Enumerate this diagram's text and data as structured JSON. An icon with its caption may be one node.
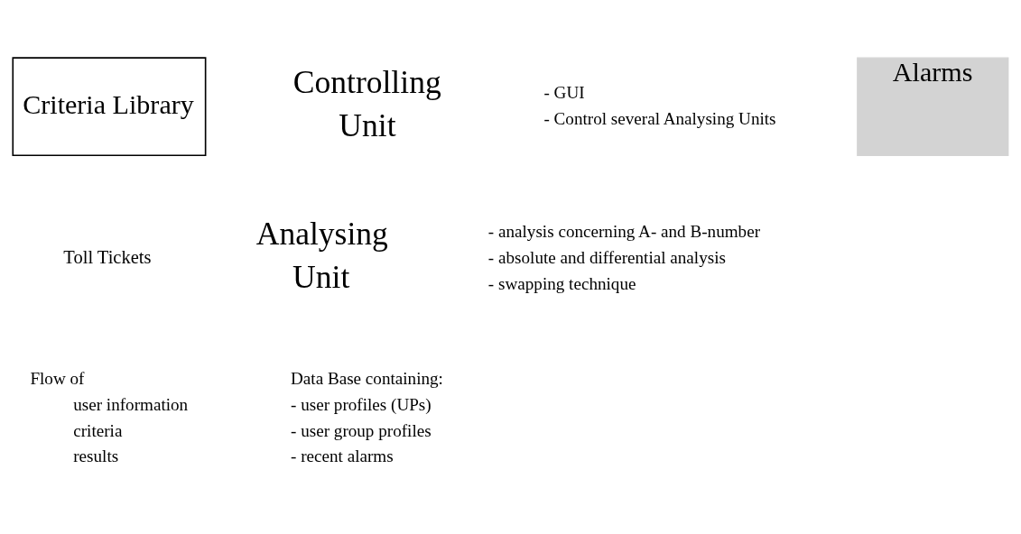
{
  "diagram": {
    "nodes": [
      {
        "text": [
          "Criteria Library"
        ]
      },
      {
        "text": [
          "Alarms"
        ]
      }
    ],
    "edges": [],
    "labels": [
      "Controlling Unit",
      "- GUI",
      "- Control several Analysing Units",
      "Toll Tickets",
      "Analysing Unit",
      "- analysis concerning A- and B-number",
      "- absolute and differential analysis",
      "- swapping technique",
      "Flow of",
      "user information",
      "criteria",
      "results",
      "Data Base containing:",
      "- user profiles (UPs)",
      "- user group profiles",
      "- recent alarms"
    ]
  }
}
